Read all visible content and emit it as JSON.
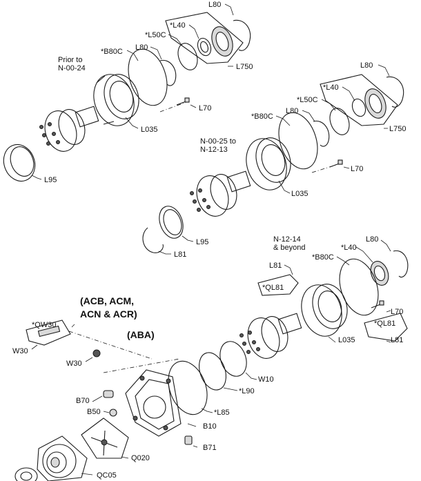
{
  "headers": {
    "group1": "(ACB, ACM,",
    "group2": "ACN & ACR)",
    "group3": "(ABA)"
  },
  "ranges": {
    "r1_line1": "Prior to",
    "r1_line2": "N-00-24",
    "r2_line1": "N-00-25 to",
    "r2_line2": "N-12-13",
    "r3_line1": "N-12-14",
    "r3_line2": "& beyond"
  },
  "labels": {
    "a_l80_top": "L80",
    "a_l40": "*L40",
    "a_l50c": "*L50C",
    "a_b80c": "*B80C",
    "a_l80": "L80",
    "a_l750": "L750",
    "a_l70": "L70",
    "a_l035": "L035",
    "a_l95": "L95",
    "b_l80_top": "L80",
    "b_l40": "*L40",
    "b_l50c": "*L50C",
    "b_b80c": "*B80C",
    "b_l80": "L80",
    "b_l750": "L750",
    "b_l70": "L70",
    "b_l035": "L035",
    "b_l95": "L95",
    "b_l81": "L81",
    "c_l80": "L80",
    "c_l40": "*L40",
    "c_b80c": "*B80C",
    "c_l81": "L81",
    "c_ql81": "*QL81",
    "c_l70": "L70",
    "c_ql81_right": "*QL81",
    "c_l035": "L035",
    "c_l81_right": "L81",
    "w10": "W10",
    "l90": "*L90",
    "l85": "*L85",
    "qw30": "*QW30",
    "w30": "W30",
    "w30b": "W30",
    "b70": "B70",
    "b50": "B50",
    "b10": "B10",
    "b71": "B71",
    "q020": "Q020",
    "qc05": "QC05"
  }
}
